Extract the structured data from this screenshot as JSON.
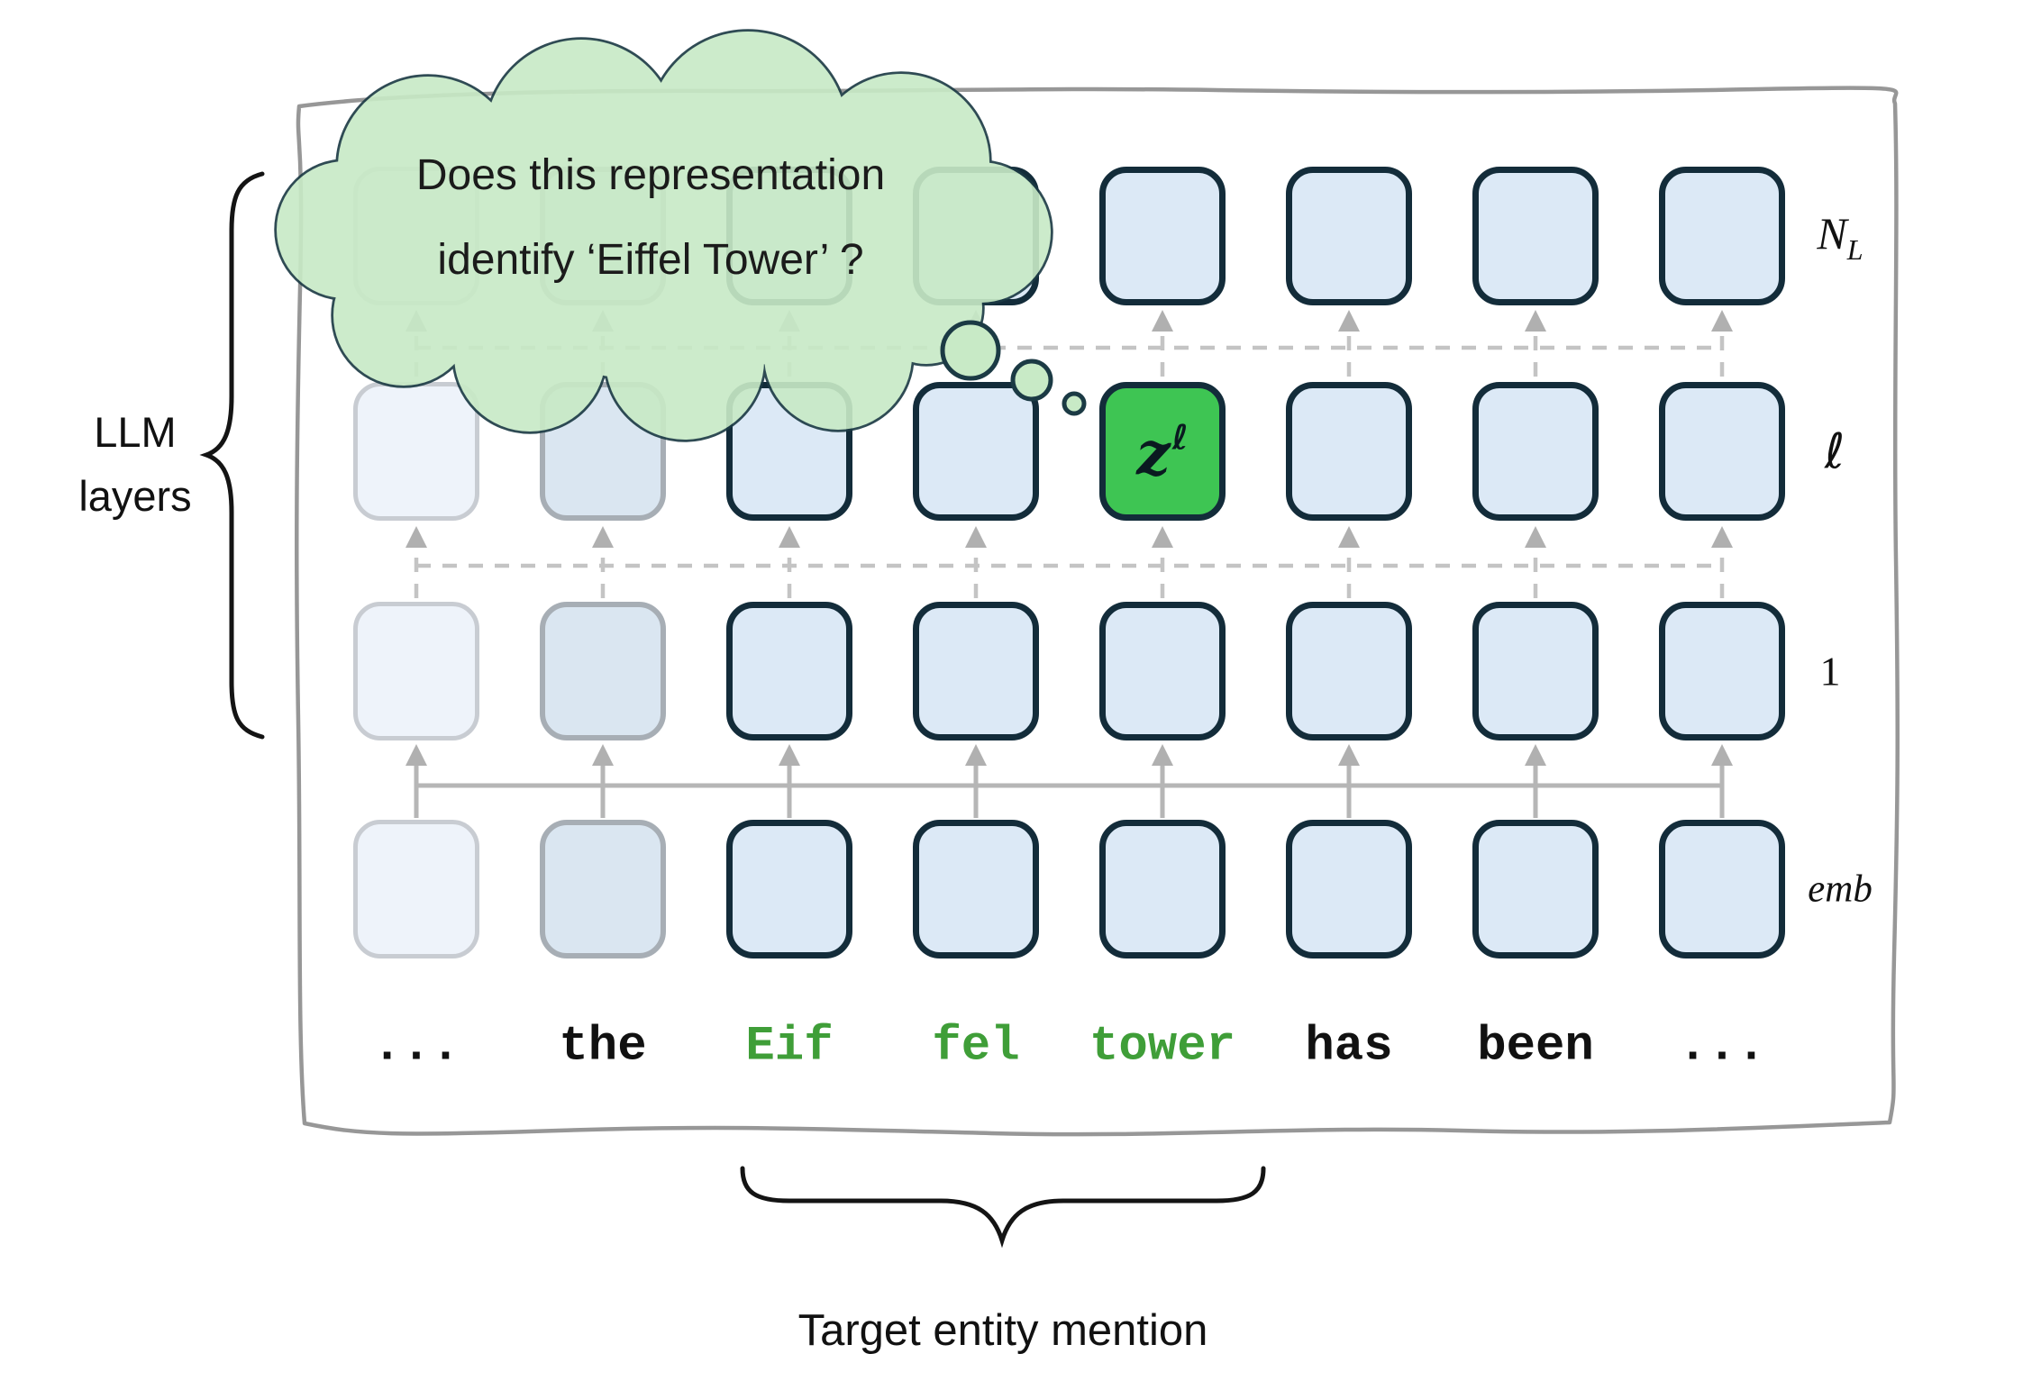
{
  "thought_cloud": {
    "line1": "Does this representation",
    "line2": "identify ‘Eiffel Tower’ ?"
  },
  "left_label": {
    "line1": "LLM",
    "line2": "layers"
  },
  "bottom_label": "Target entity mention",
  "highlight_label": {
    "base": "z",
    "sup": "ℓ"
  },
  "layer_labels": {
    "top": {
      "base": "N",
      "sub": "L"
    },
    "mid": "ℓ",
    "low": "1",
    "embed": "emb"
  },
  "tokens": [
    {
      "text": "...",
      "highlight": false
    },
    {
      "text": "the",
      "highlight": false
    },
    {
      "text": "Eif",
      "highlight": true
    },
    {
      "text": "fel",
      "highlight": true
    },
    {
      "text": "tower",
      "highlight": true
    },
    {
      "text": "has",
      "highlight": false
    },
    {
      "text": "been",
      "highlight": false
    },
    {
      "text": "...",
      "highlight": false
    }
  ],
  "grid": {
    "columns": 8,
    "rows": [
      "NL",
      "ell",
      "one",
      "emb"
    ],
    "faded_columns": [
      0,
      1
    ],
    "highlight_cell": {
      "row": "ell",
      "column": 4
    }
  },
  "colors": {
    "box_fill": "#dce9f6",
    "box_border": "#132c3a",
    "faded_fill": "#eef3fa",
    "highlight_green": "#3ec553",
    "cloud_green": "#c8eac6",
    "token_green": "#3f9e38",
    "line_gray": "#b6b6b6",
    "frame_gray": "#979797"
  }
}
